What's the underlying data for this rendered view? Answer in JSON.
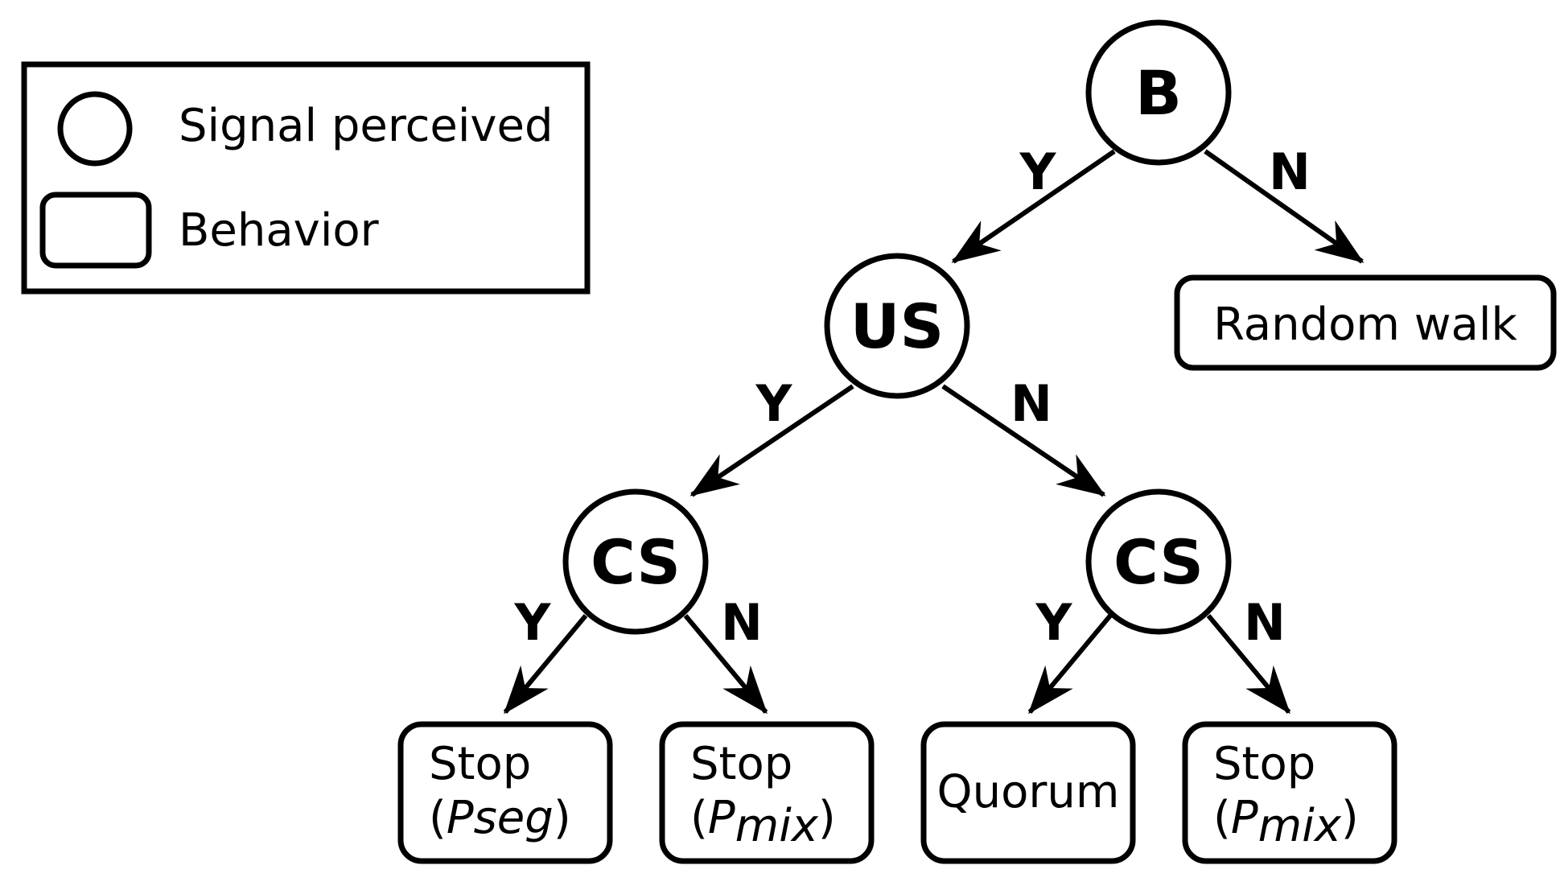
{
  "legend": {
    "circle_label": "Signal perceived",
    "box_label": "Behavior"
  },
  "nodes": {
    "b": "B",
    "us": "US",
    "cs_left": "CS",
    "cs_right": "CS"
  },
  "edges": {
    "b_yes": "Y",
    "b_no": "N",
    "us_yes": "Y",
    "us_no": "N",
    "csl_yes": "Y",
    "csl_no": "N",
    "csr_yes": "Y",
    "csr_no": "N"
  },
  "leaves": {
    "random_walk": "Random walk",
    "stop_pseg": {
      "line1": "Stop",
      "open": "(",
      "var": "Pseg",
      "close": ")"
    },
    "stop_pmix_1": {
      "line1": "Stop",
      "open": "(",
      "var": "P",
      "sub": "mix",
      "close": ")"
    },
    "quorum": "Quorum",
    "stop_pmix_2": {
      "line1": "Stop",
      "open": "(",
      "var": "P",
      "sub": "mix",
      "close": ")"
    }
  }
}
